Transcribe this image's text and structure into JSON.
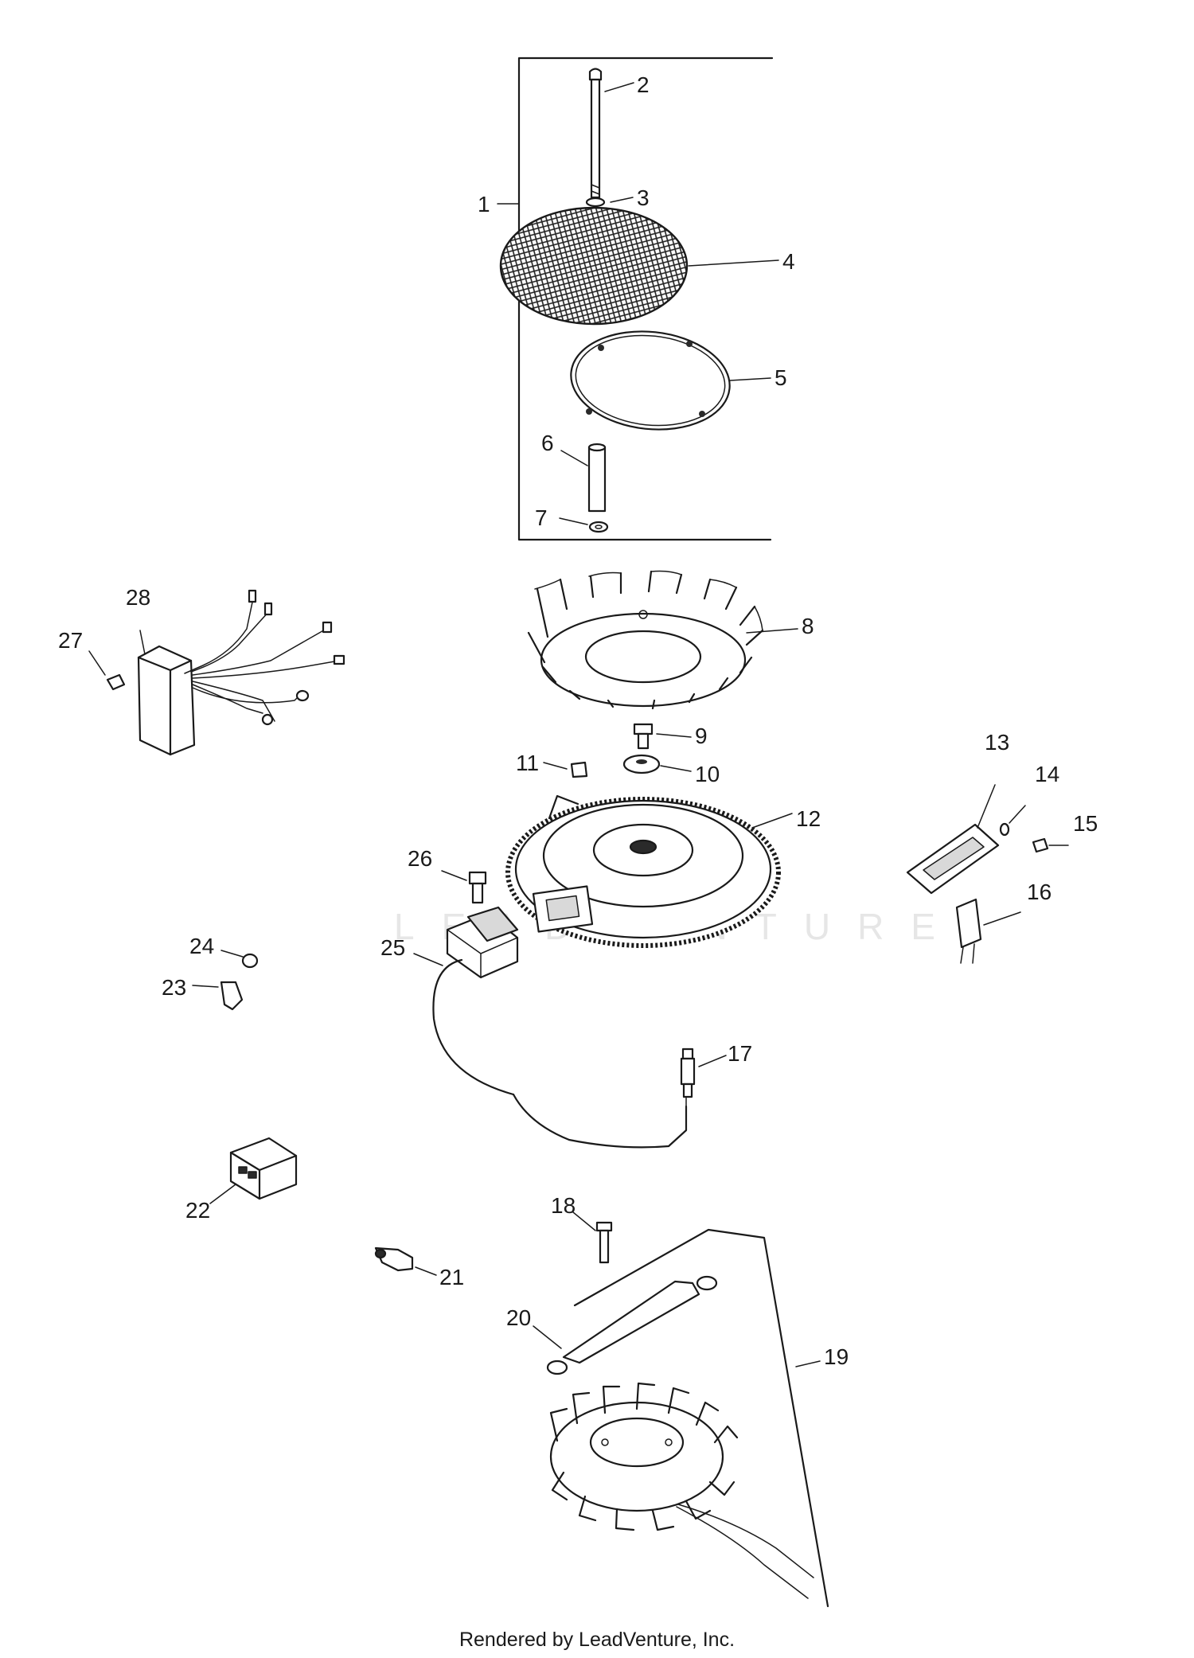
{
  "watermark": "LEADVENTURE",
  "footer": "Rendered by LeadVenture, Inc.",
  "callouts": [
    "1",
    "2",
    "3",
    "4",
    "5",
    "6",
    "7",
    "8",
    "9",
    "10",
    "11",
    "12",
    "13",
    "14",
    "15",
    "16",
    "17",
    "18",
    "19",
    "20",
    "21",
    "22",
    "23",
    "24",
    "25",
    "26",
    "27",
    "28"
  ]
}
